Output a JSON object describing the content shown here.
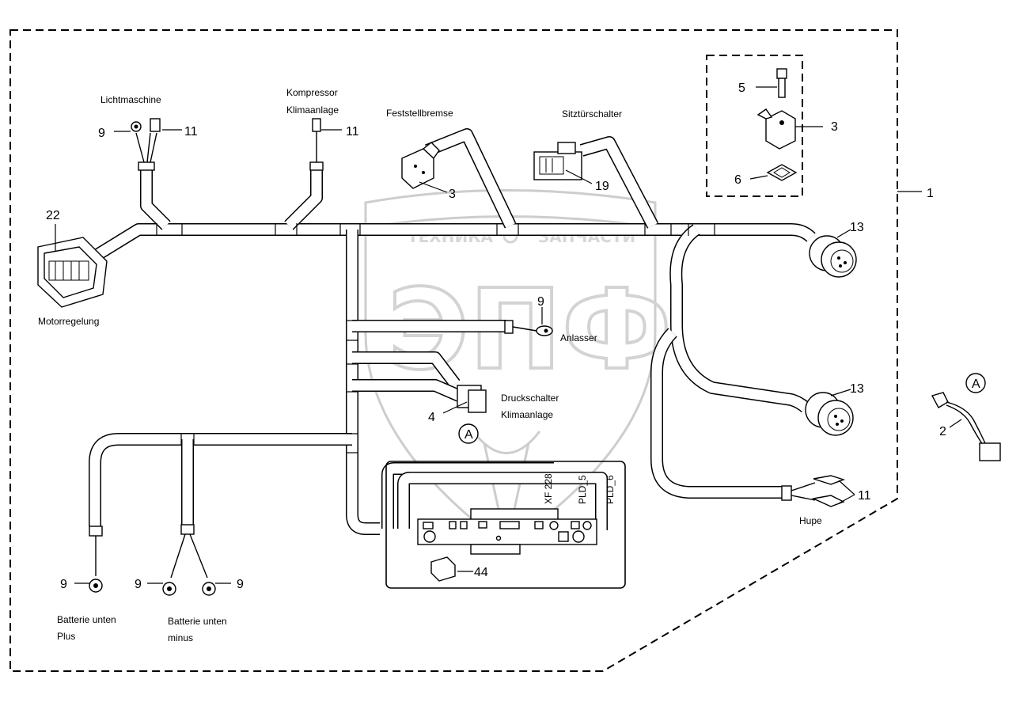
{
  "diagram": {
    "parts": {
      "p1": "1",
      "p2": "2",
      "p3a": "3",
      "p3b": "3",
      "p4": "4",
      "p5": "5",
      "p6": "6",
      "p9a": "9",
      "p9b": "9",
      "p9c": "9",
      "p9d": "9",
      "p9e": "9",
      "p11a": "11",
      "p11b": "11",
      "p11c": "11",
      "p13a": "13",
      "p13b": "13",
      "p19": "19",
      "p22": "22",
      "p44": "44"
    },
    "labels": {
      "lichtmaschine": "Lichtmaschine",
      "kompressor_1": "Kompressor",
      "kompressor_2": "Klimaanlage",
      "feststellbremse": "Feststellbremse",
      "sitztuerschalter": "Sitztürschalter",
      "motorregelung": "Motorregelung",
      "anlasser": "Anlasser",
      "druckschalter_1": "Druckschalter",
      "druckschalter_2": "Klimaanlage",
      "hupe": "Hupe",
      "batt_plus_1": "Batterie unten",
      "batt_plus_2": "Plus",
      "batt_minus_1": "Batterie unten",
      "batt_minus_2": "minus"
    },
    "detail_marker": "A",
    "fuse_labels": {
      "xf": "XF 228",
      "pld5": "PLD_5",
      "pld6": "PLD_6"
    },
    "watermark": {
      "top": "ТЕХНИКА",
      "top_right": "ЗАПЧАСТИ",
      "main": "ЭПФ"
    }
  }
}
